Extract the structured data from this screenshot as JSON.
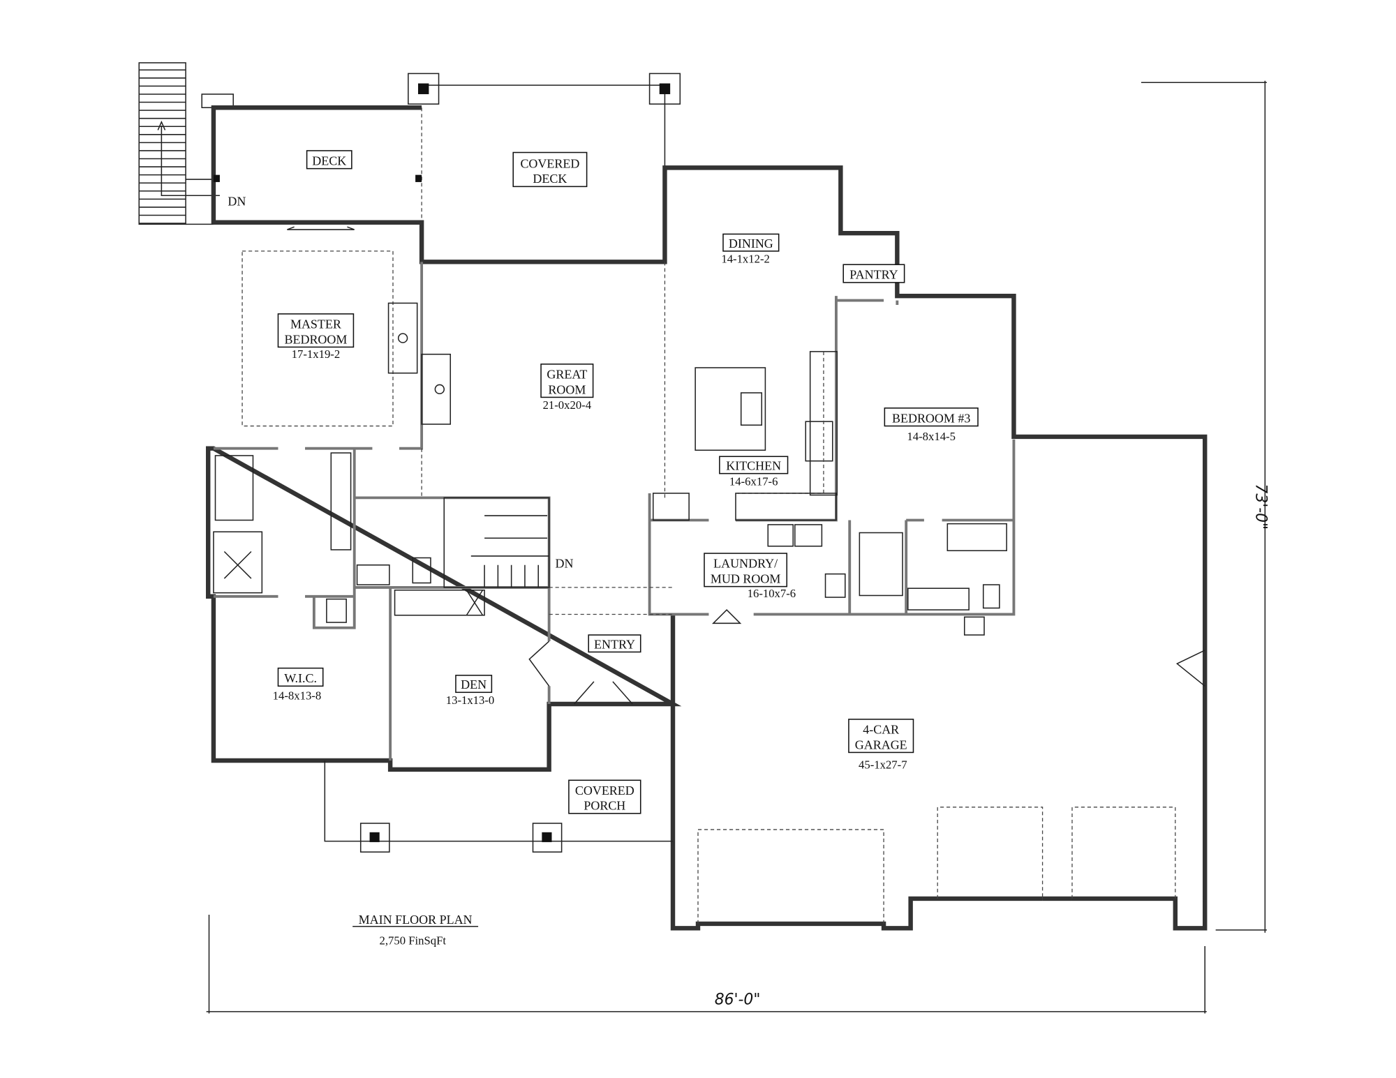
{
  "rooms": {
    "deck": {
      "label": "DECK"
    },
    "covered_deck": {
      "label1": "COVERED",
      "label2": "DECK"
    },
    "dining": {
      "label": "DINING",
      "size": "14-1x12-2"
    },
    "pantry": {
      "label": "PANTRY"
    },
    "master_bedroom": {
      "label1": "MASTER",
      "label2": "BEDROOM",
      "size": "17-1x19-2"
    },
    "great_room": {
      "label1": "GREAT",
      "label2": "ROOM",
      "size": "21-0x20-4"
    },
    "kitchen": {
      "label": "KITCHEN",
      "size": "14-6x17-6"
    },
    "bedroom3": {
      "label": "BEDROOM #3",
      "size": "14-8x14-5"
    },
    "laundry": {
      "label1": "LAUNDRY/",
      "label2": "MUD ROOM",
      "size": "16-10x7-6"
    },
    "wic": {
      "label": "W.I.C.",
      "size": "14-8x13-8"
    },
    "den": {
      "label": "DEN",
      "size": "13-1x13-0"
    },
    "entry": {
      "label": "ENTRY"
    },
    "covered_porch": {
      "label1": "COVERED",
      "label2": "PORCH"
    },
    "garage": {
      "label1": "4-CAR",
      "label2": "GARAGE",
      "size": "45-1x27-7"
    }
  },
  "stairs": {
    "deck_down": "DN",
    "interior_down": "DN"
  },
  "title": {
    "name": "MAIN FLOOR PLAN",
    "area": "2,750 FinSqFt"
  },
  "dimensions": {
    "width": "86'-0\"",
    "depth": "73'-0\""
  }
}
